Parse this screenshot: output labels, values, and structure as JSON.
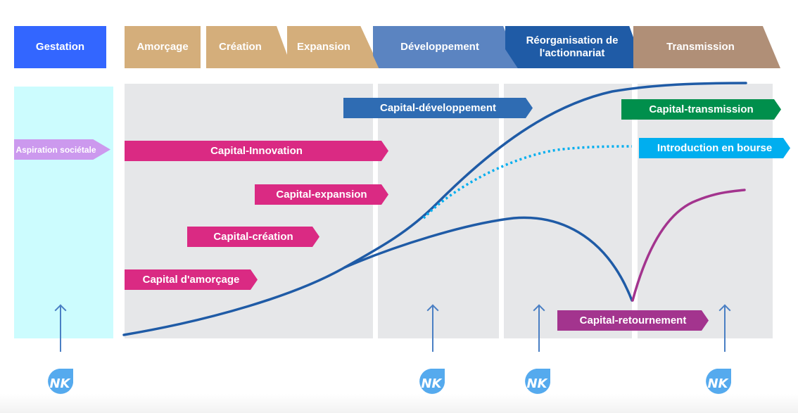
{
  "phases": [
    {
      "label": "Gestation",
      "color": "#3366ff"
    },
    {
      "label": "Amorçage",
      "color": "#d4ae7b"
    },
    {
      "label": "Création",
      "color": "#d4ae7b"
    },
    {
      "label": "Expansion",
      "color": "#d4ae7b"
    },
    {
      "label": "Développement",
      "color": "#5b84c1"
    },
    {
      "label": "Réorganisation de l'actionnariat",
      "line1": "Réorganisation de",
      "line2": "l'actionnariat",
      "color": "#1f5ba6"
    },
    {
      "label": "Transmission",
      "color": "#b08f77"
    }
  ],
  "panels": {
    "gestation_color": "#ccfcfe",
    "stage_color": "#e6e7e9"
  },
  "financing": [
    {
      "label": "Aspiration sociétale",
      "color": "#cc99ee"
    },
    {
      "label": "Capital-Innovation",
      "color": "#da2a83"
    },
    {
      "label": "Capital-expansion",
      "color": "#da2a83"
    },
    {
      "label": "Capital-création",
      "color": "#da2a83"
    },
    {
      "label": "Capital d'amorçage",
      "color": "#da2a83"
    },
    {
      "label": "Capital-développement",
      "color": "#2f6cb3"
    },
    {
      "label": "Capital-transmission",
      "color": "#008f4c"
    },
    {
      "label": "Introduction en bourse",
      "color": "#00aeef"
    },
    {
      "label": "Capital-retournement",
      "color": "#a3348e"
    }
  ],
  "curves": {
    "growth_color": "#1f5ba6",
    "ipo_color": "#00aeef",
    "turnaround_color": "#a3348e"
  },
  "logos": {
    "text": "NK",
    "color": "#55aaee",
    "count": 4
  }
}
